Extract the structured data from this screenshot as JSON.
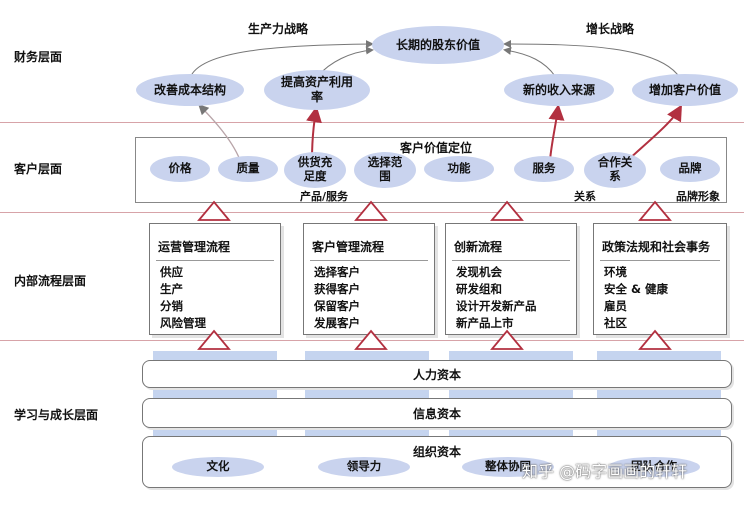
{
  "layers": {
    "financial": "财务层面",
    "customer": "客户层面",
    "internal": "内部流程层面",
    "learning": "学习与成长层面"
  },
  "strategies": {
    "productivity": "生产力战略",
    "growth": "增长战略"
  },
  "goals": {
    "long_term": "长期的股东价值",
    "cost_structure": "改善成本结构",
    "asset_use": "提高资产利用率",
    "revenue_sources": "新的收入来源",
    "customer_value": "增加客户价值"
  },
  "customer": {
    "value_prop_title": "客户价值定位",
    "items": [
      "价格",
      "质量",
      "供货充足度",
      "选择范围",
      "功能",
      "服务",
      "合作关系",
      "品牌"
    ],
    "group_labels": {
      "product_service": "产品/服务",
      "relationship": "关系",
      "brand_image": "品牌形象"
    }
  },
  "processes": [
    {
      "title": "运营管理流程",
      "items": [
        "供应",
        "生产",
        "分销",
        "风险管理"
      ]
    },
    {
      "title": "客户管理流程",
      "items": [
        "选择客户",
        "获得客户",
        "保留客户",
        "发展客户"
      ]
    },
    {
      "title": "创新流程",
      "items": [
        "发现机会",
        "研发组和",
        "设计开发新产品",
        "新产品上市"
      ]
    },
    {
      "title": "政策法规和社会事务",
      "items": [
        "环境",
        "安全 & 健康",
        "雇员",
        "社区"
      ]
    }
  ],
  "learning": {
    "human_capital": "人力资本",
    "info_capital": "信息资本",
    "org_capital": "组织资本",
    "org_items": [
      "文化",
      "领导力",
      "整体协同",
      "团队合作"
    ]
  },
  "watermark": "知乎 @码字画画的轩轩",
  "colors": {
    "ellipse": "#c9d3ee",
    "arrow": "#b23040",
    "divider": "#d7a3a8",
    "pillar": "#c5d4ef"
  }
}
